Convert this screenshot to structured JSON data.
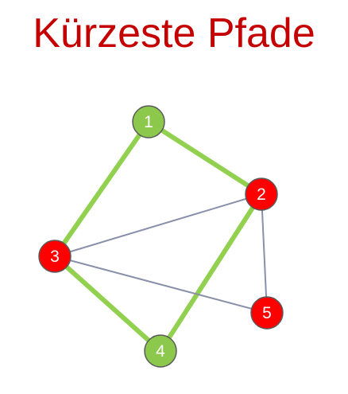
{
  "title": "Kürzeste Pfade",
  "colors": {
    "title": "#c40000",
    "path_edge": "#92d050",
    "normal_edge": "#8a90aa",
    "node_green": "#8cc84b",
    "node_red": "#ff0000",
    "node_stroke": "#5a5a5a",
    "label": "#ffffff"
  },
  "nodes": [
    {
      "id": "1",
      "label": "1",
      "color": "green"
    },
    {
      "id": "2",
      "label": "2",
      "color": "red"
    },
    {
      "id": "3",
      "label": "3",
      "color": "red"
    },
    {
      "id": "4",
      "label": "4",
      "color": "green"
    },
    {
      "id": "5",
      "label": "5",
      "color": "red"
    }
  ],
  "edges": [
    {
      "from": "1",
      "to": "2",
      "highlighted": true
    },
    {
      "from": "1",
      "to": "3",
      "highlighted": true
    },
    {
      "from": "3",
      "to": "4",
      "highlighted": true
    },
    {
      "from": "4",
      "to": "2",
      "highlighted": true
    },
    {
      "from": "3",
      "to": "2",
      "highlighted": false
    },
    {
      "from": "3",
      "to": "5",
      "highlighted": false
    },
    {
      "from": "2",
      "to": "5",
      "highlighted": false
    }
  ]
}
